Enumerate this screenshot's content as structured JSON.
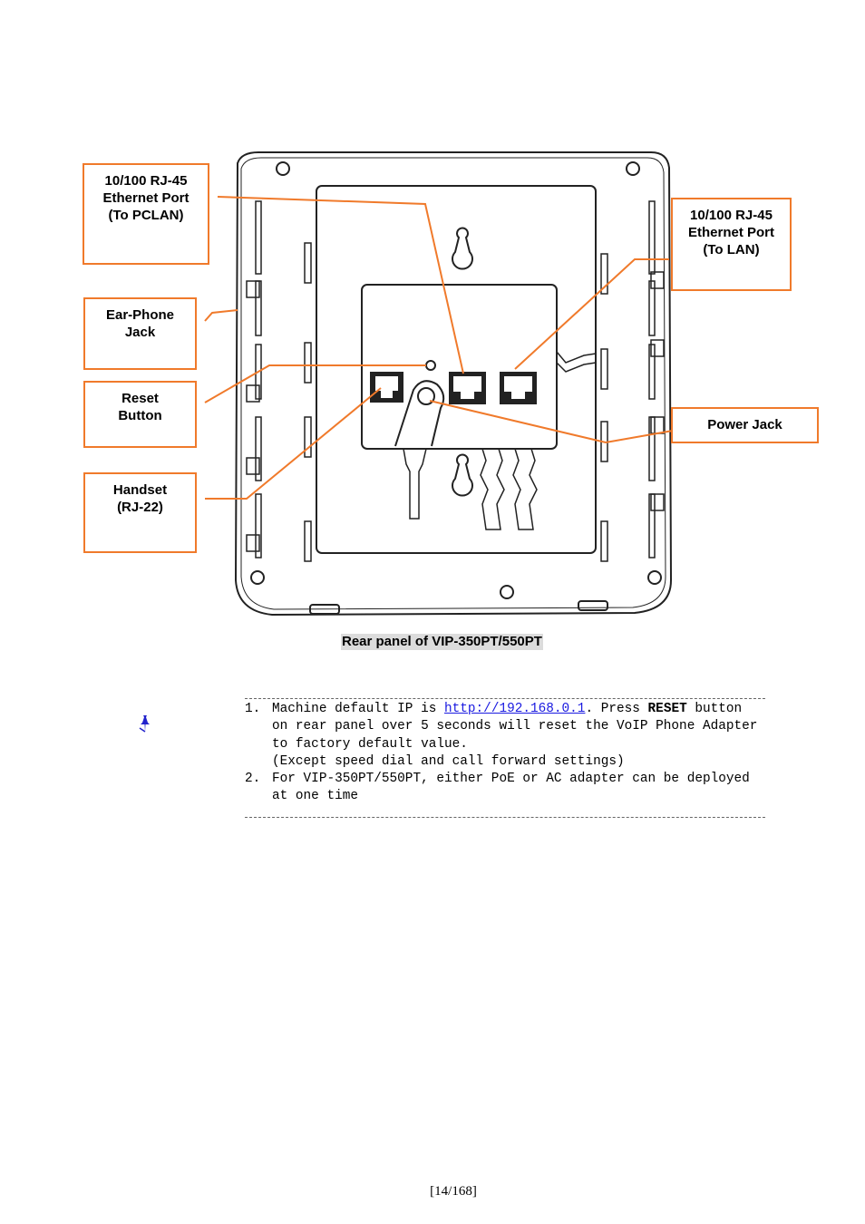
{
  "diagram": {
    "callouts": {
      "pclan": "10/100 RJ-45\nEthernet Port\n(To PCLAN)",
      "earphone": "Ear-Phone\nJack",
      "reset": "Reset\nButton",
      "handset": "Handset\n(RJ-22)",
      "lan": "10/100 RJ-45\nEthernet Port\n(To LAN)",
      "power": "Power Jack"
    },
    "caption": "Rear panel of VIP-350PT/550PT",
    "colors": {
      "callout_border": "#f07a2b",
      "leader_line": "#f07a2b",
      "device_outline": "#222222"
    }
  },
  "notes": {
    "icon": "pushpin-icon",
    "items": [
      {
        "number": "1.",
        "before_link": "Machine default IP is ",
        "link": "http://192.168.0.1",
        "after_link": ". Press ",
        "bold": "RESET",
        "after_bold": " button",
        "line2": "on rear panel over 5 seconds will reset the VoIP Phone Adapter",
        "line3": "to factory default value.",
        "line4": "(Except speed dial and call forward settings)"
      },
      {
        "number": "2.",
        "line1": "For VIP-350PT/550PT, either PoE or AC adapter can be deployed",
        "line2": "at one time"
      }
    ]
  },
  "footer": {
    "page_number": "[14/168]"
  }
}
